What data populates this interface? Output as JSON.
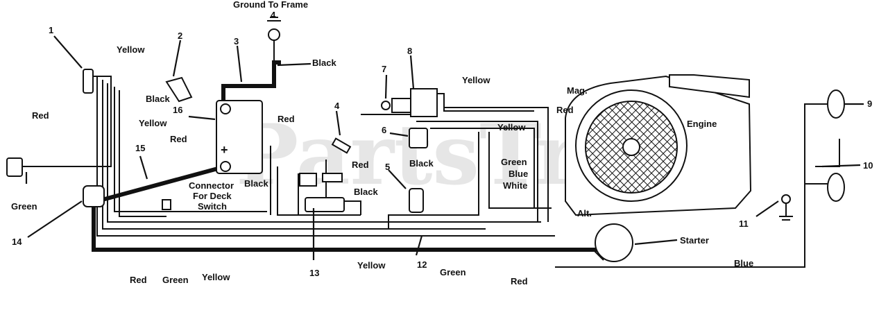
{
  "watermark": "PartsTre",
  "labels": {
    "ground_to_frame": "Ground To Frame",
    "black_top": "Black",
    "yellow_top_left": "Yellow",
    "black_left": "Black",
    "red_left": "Red",
    "yellow_left": "Yellow",
    "red_15": "Red",
    "green_left": "Green",
    "connector_line1": "Connector",
    "connector_line2": "For Deck",
    "connector_line3": "Switch",
    "black_mid": "Black",
    "red_fuse": "Red",
    "red_mid": "Red",
    "black_mid2": "Black",
    "black_6": "Black",
    "yellow_top_mid": "Yellow",
    "mag": "Mag.",
    "red_right": "Red",
    "yellow_right": "Yellow",
    "green_right": "Green",
    "blue_right": "Blue",
    "white_right": "White",
    "engine": "Engine",
    "alt": "Alt.",
    "starter": "Starter",
    "blue_bottom": "Blue",
    "red_bot1": "Red",
    "green_bot1": "Green",
    "yellow_bot1": "Yellow",
    "yellow_bot2": "Yellow",
    "green_bot2": "Green",
    "red_bot2": "Red"
  },
  "callouts": {
    "n1": "1",
    "n2": "2",
    "n3": "3",
    "n4top": "4",
    "n4": "4",
    "n5": "5",
    "n6": "6",
    "n7": "7",
    "n8": "8",
    "n9": "9",
    "n10": "10",
    "n11": "11",
    "n12": "12",
    "n13": "13",
    "n14": "14",
    "n15": "15",
    "n16": "16"
  },
  "icons": [
    "ground-symbol-icon",
    "battery-plus-icon",
    "switch-icon"
  ]
}
